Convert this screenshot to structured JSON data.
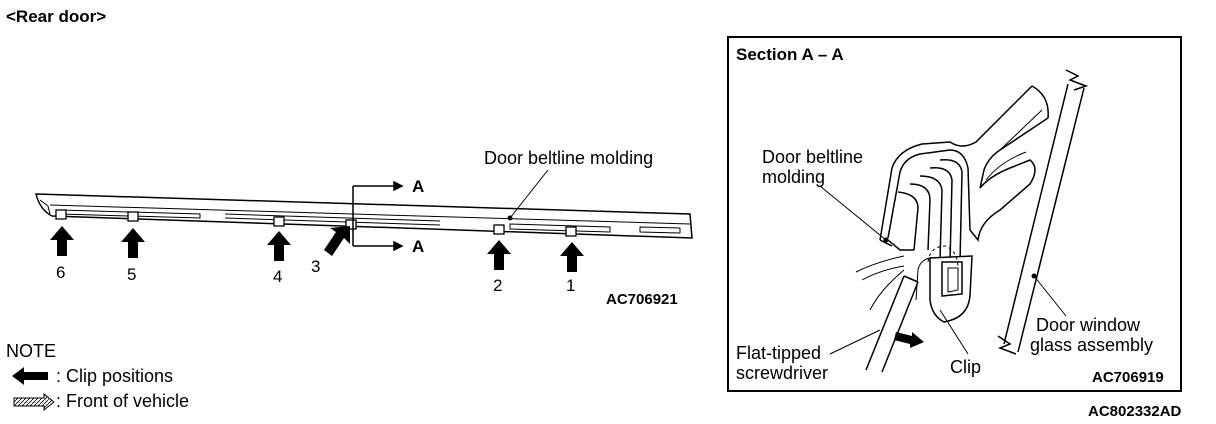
{
  "title": "<Rear door>",
  "left_view": {
    "molding_label": "Door beltline molding",
    "section_marker": "A",
    "clip_numbers": [
      "6",
      "5",
      "4",
      "3",
      "2",
      "1"
    ],
    "figure_code": "AC706921"
  },
  "note": {
    "heading": "NOTE",
    "clip_positions": ": Clip positions",
    "front_of_vehicle": ": Front of vehicle"
  },
  "section_view": {
    "title": "Section A – A",
    "molding_label_line1": "Door beltline",
    "molding_label_line2": "molding",
    "screwdriver_line1": "Flat-tipped",
    "screwdriver_line2": "screwdriver",
    "clip_label": "Clip",
    "glass_line1": "Door window",
    "glass_line2": "glass assembly",
    "figure_code": "AC706919"
  },
  "overall_code": "AC802332AD"
}
